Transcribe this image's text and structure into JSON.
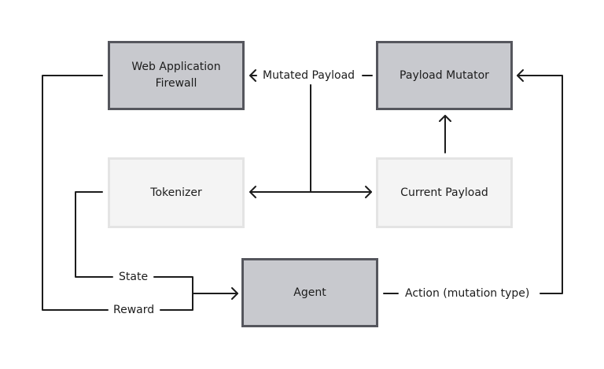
{
  "diagram": {
    "nodes": {
      "waf": "Web Application Firewall",
      "mutator": "Payload Mutator",
      "tokenizer": "Tokenizer",
      "current_payload": "Current Payload",
      "agent": "Agent"
    },
    "edges": {
      "mutated_payload": "Mutated Payload",
      "state": "State",
      "reward": "Reward",
      "action": "Action (mutation type)"
    }
  }
}
